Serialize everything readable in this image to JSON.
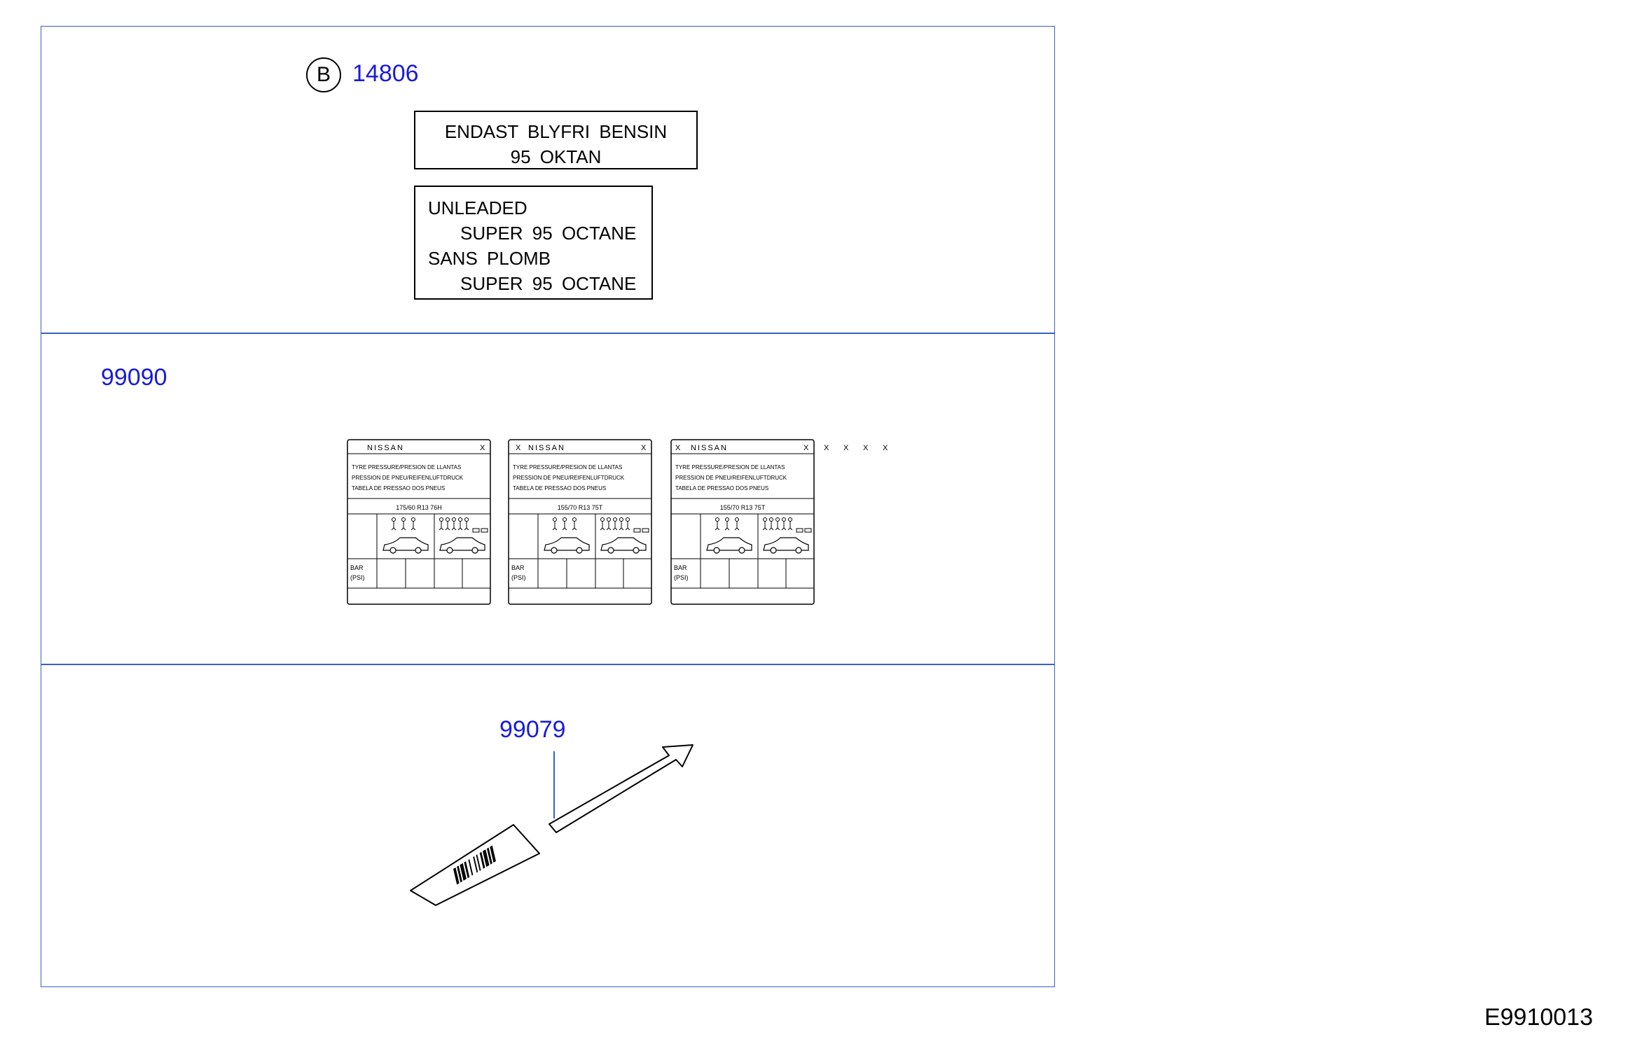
{
  "sections": {
    "fuel_label": {
      "callout_letter": "B",
      "part_number": "14806",
      "label_sv": {
        "line1": "ENDAST  BLYFRI  BENSIN",
        "line2": "95  OKTAN"
      },
      "label_en_fr": {
        "line1": "UNLEADED",
        "line2": "SUPER  95  OCTANE",
        "line3": "SANS  PLOMB",
        "line4": "SUPER  95  OCTANE"
      }
    },
    "tire_label": {
      "part_number": "99090",
      "brand": "NISSAN",
      "x_mark": "X",
      "text_line1": "TYRE   PRESSURE/PRESION   DE   LLANTAS",
      "text_line2": "PRESSION   DE   PNEU/REIFENLUFTDRUCK",
      "text_line3": "TABELA   DE   PRESSAO   DOS   PNEUS",
      "unit_line1": "BAR",
      "unit_line2": "(PSI)",
      "sizes": [
        "175/60     R13     76H",
        "155/70     R13     75T",
        "155/70     R13     75T"
      ]
    },
    "barcode_label": {
      "part_number": "99079"
    }
  },
  "diagram_code": "E9910013"
}
